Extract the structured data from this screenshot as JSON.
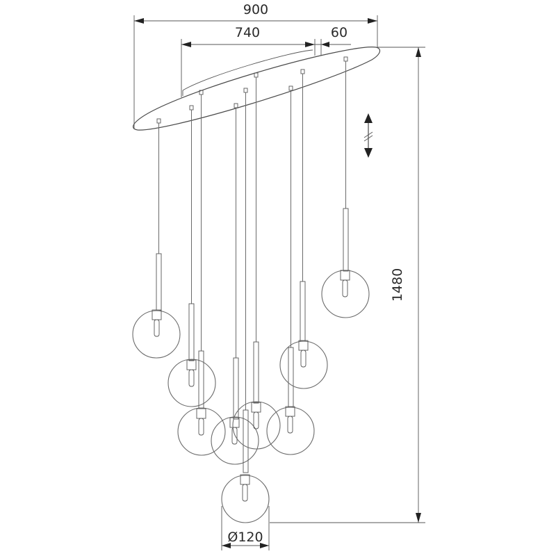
{
  "drawing": {
    "dimensions": {
      "overall_width": "900",
      "canopy_spacing": "740",
      "canopy_offset": "60",
      "overall_height": "1480",
      "globe_diameter": "Ø120"
    }
  }
}
